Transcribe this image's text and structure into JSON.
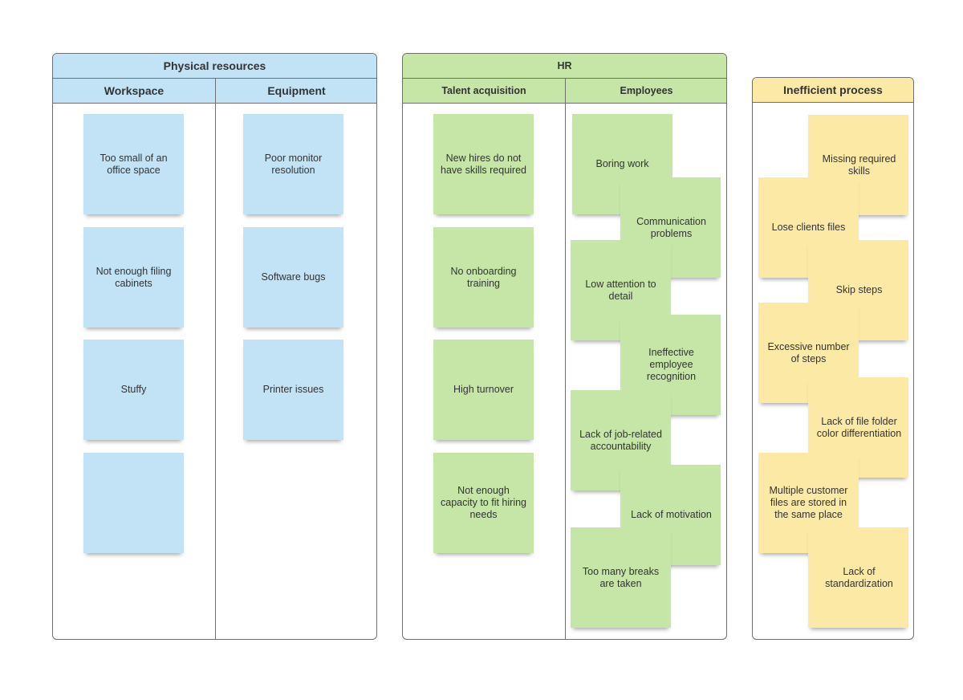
{
  "physical": {
    "title": "Physical resources",
    "workspace": {
      "title": "Workspace",
      "notes": [
        "Too small of an office space",
        "Not enough filing cabinets",
        "Stuffy",
        ""
      ]
    },
    "equipment": {
      "title": "Equipment",
      "notes": [
        "Poor monitor resolution",
        "Software bugs",
        "Printer issues"
      ]
    }
  },
  "hr": {
    "title": "HR",
    "talent": {
      "title": "Talent acquisition",
      "notes": [
        "New hires do not have skills required",
        "No onboarding training",
        "High turnover",
        "Not enough capacity to fit hiring needs"
      ]
    },
    "employees": {
      "title": "Employees",
      "notes": [
        "Boring work",
        "Communication problems",
        "Low attention to detail",
        "Ineffective employee recognition",
        "Lack of job-related accountability",
        "Lack of motivation",
        "Too many breaks are taken"
      ]
    }
  },
  "inefficient": {
    "title": "Inefficient process",
    "notes": [
      "Missing required skills",
      "Lose clients files",
      "Skip steps",
      "Excessive number of steps",
      "Lack of file folder color differentiation",
      "Multiple customer files are stored in the same place",
      "Lack of standardization"
    ]
  },
  "colors": {
    "blue": "#c2e3f6",
    "green": "#c6e6a8",
    "yellow": "#fde9a6",
    "border": "#6f6f6f"
  }
}
